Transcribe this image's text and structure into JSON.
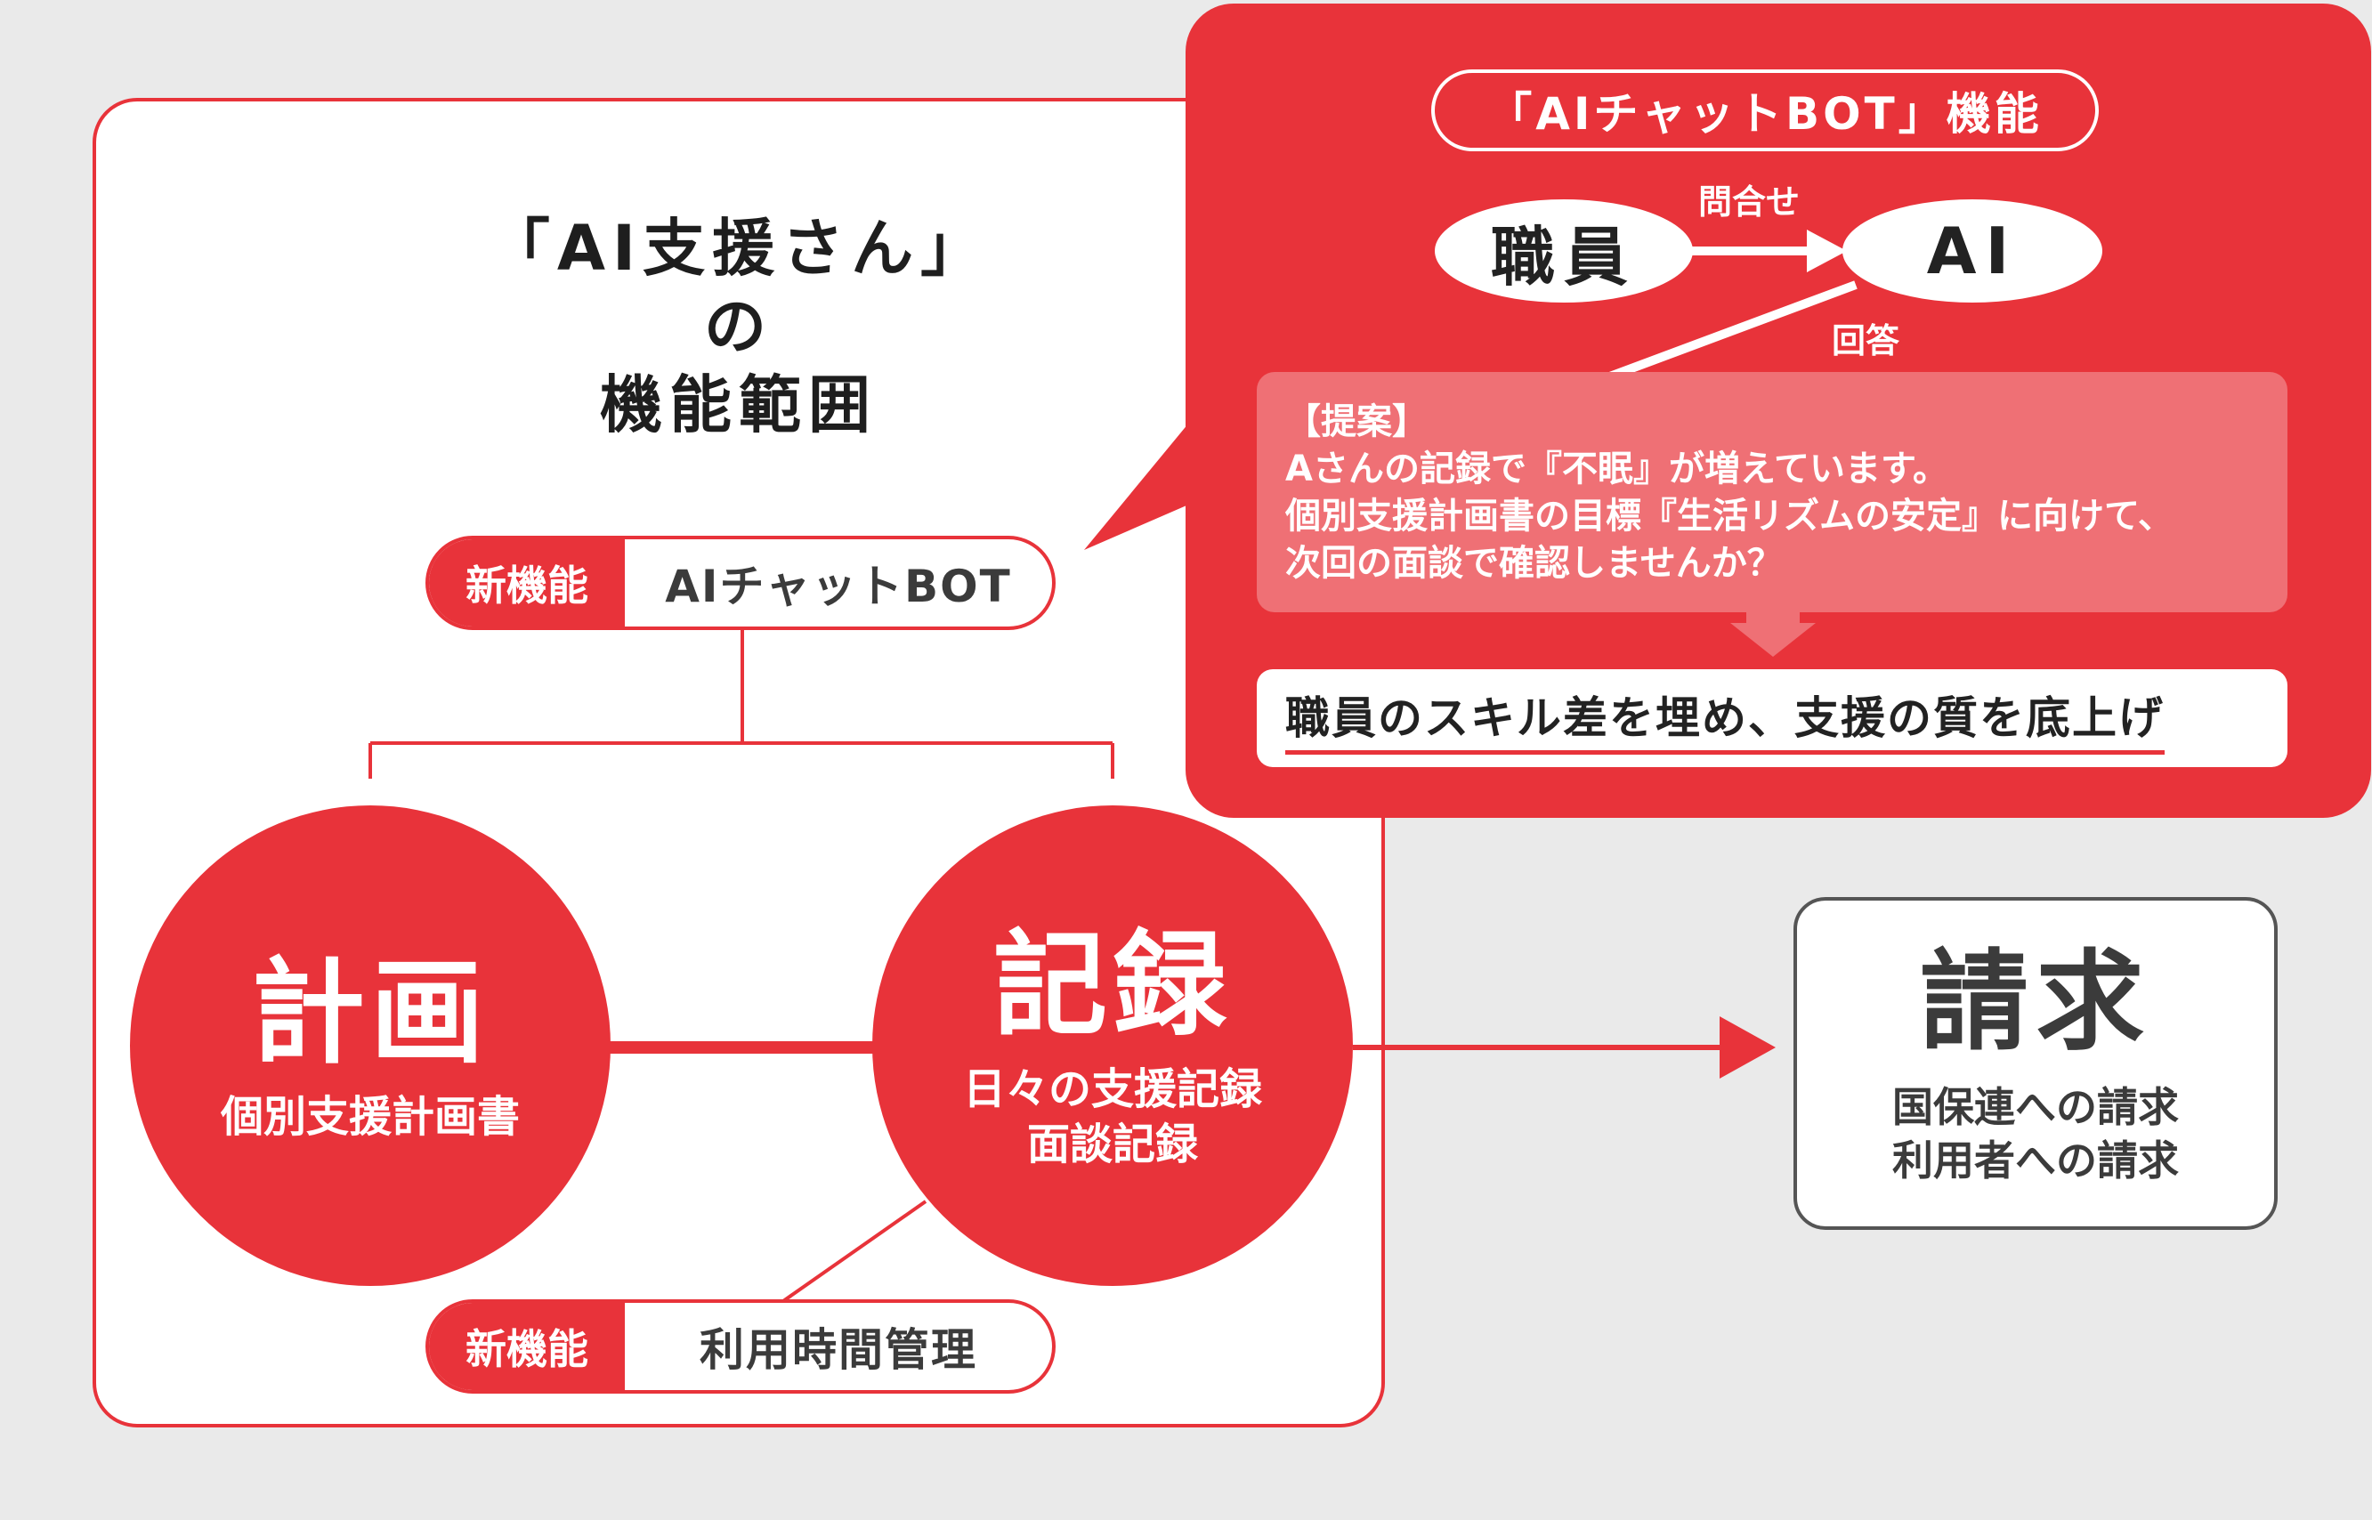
{
  "scope": {
    "title_line1": "「AI支援さん」",
    "title_line2": "の",
    "title_line3": "機能範囲"
  },
  "feature_chatbot": {
    "badge": "新機能",
    "name": "AIチャットBOT"
  },
  "feature_time": {
    "badge": "新機能",
    "name": "利用時間管理"
  },
  "plan": {
    "title": "計画",
    "subtitle": "個別支援計画書"
  },
  "record": {
    "title": "記録",
    "subtitle_line1": "日々の支援記録",
    "subtitle_line2": "面談記録"
  },
  "billing": {
    "title": "請求",
    "line1": "国保連への請求",
    "line2": "利用者への請求"
  },
  "popup": {
    "title": "「AIチャットBOT」機能",
    "staff": "職員",
    "ai": "AI",
    "inquiry": "問合せ",
    "answer": "回答",
    "proposal": {
      "header": "【提案】",
      "line1": "Aさんの記録で『不眠』が増えています。",
      "line2": "個別支援計画書の目標『生活リズムの安定』に向けて、",
      "line3": "次回の面談で確認しませんか？"
    },
    "result": "職員のスキル差を埋め、支援の質を底上げ"
  },
  "colors": {
    "accent": "#e8333a",
    "proposal_bg": "#ef7075",
    "text_dark": "#333333"
  }
}
